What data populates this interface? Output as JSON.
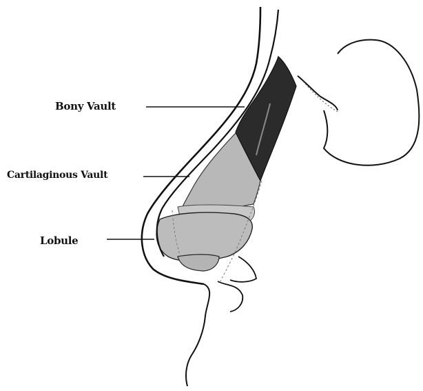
{
  "labels": {
    "bony_vault": "Bony  Vault",
    "cartilaginous_vault": "Cartilaginous Vault",
    "lobule": "Lobule"
  },
  "colors": {
    "bony_vault_fill": "#2b2b2b",
    "cartilage_fill": "#b8b8b8",
    "lobule_fill": "#bcbcbc",
    "outline": "#111111",
    "background": "#ffffff"
  }
}
